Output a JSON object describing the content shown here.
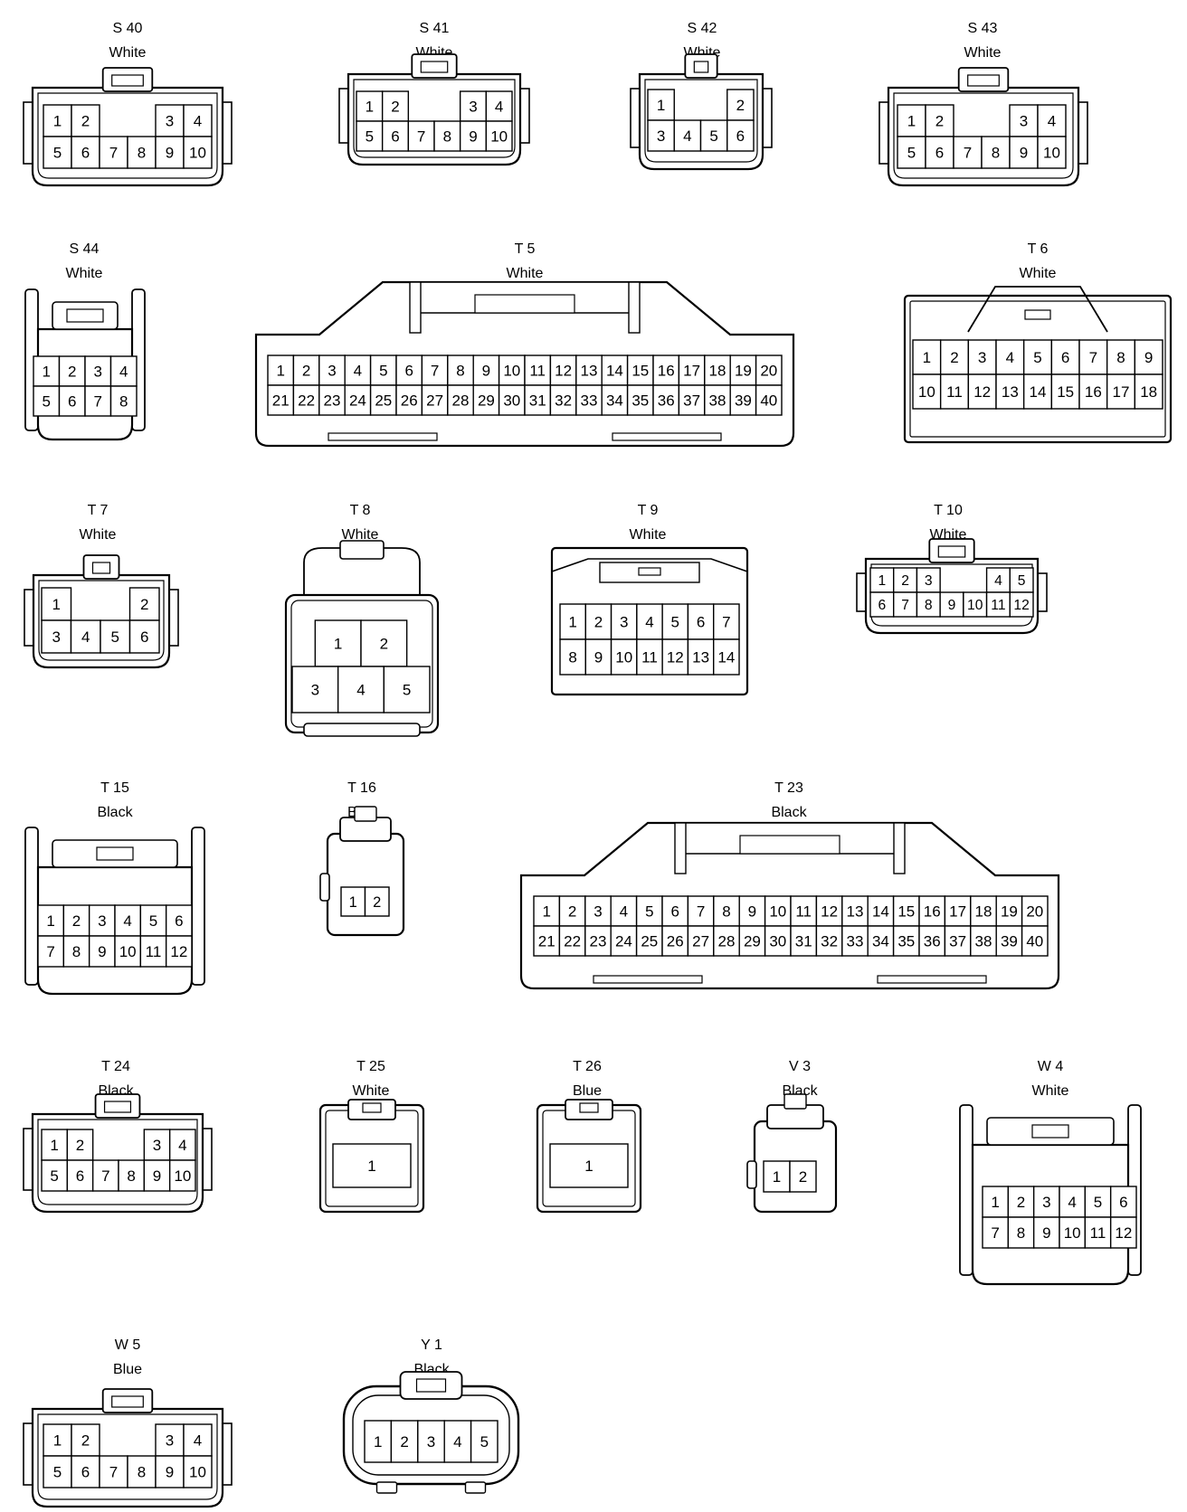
{
  "colors": {
    "line": "#000000",
    "background": "#ffffff"
  },
  "connectors": [
    {
      "id": "S 40",
      "color": "White",
      "rows": [
        [
          1,
          2,
          null,
          null,
          3,
          4
        ],
        [
          5,
          6,
          7,
          8,
          9,
          10
        ]
      ]
    },
    {
      "id": "S 41",
      "color": "White",
      "rows": [
        [
          1,
          2,
          null,
          null,
          3,
          4
        ],
        [
          5,
          6,
          7,
          8,
          9,
          10
        ]
      ]
    },
    {
      "id": "S 42",
      "color": "White",
      "rows": [
        [
          1,
          null,
          null,
          2
        ],
        [
          3,
          4,
          5,
          6
        ]
      ]
    },
    {
      "id": "S 43",
      "color": "White",
      "rows": [
        [
          1,
          2,
          null,
          null,
          3,
          4
        ],
        [
          5,
          6,
          7,
          8,
          9,
          10
        ]
      ]
    },
    {
      "id": "S 44",
      "color": "White",
      "rows": [
        [
          1,
          2,
          3,
          4
        ],
        [
          5,
          6,
          7,
          8
        ]
      ]
    },
    {
      "id": "T 5",
      "color": "White",
      "rows": [
        [
          1,
          2,
          3,
          4,
          5,
          6,
          7,
          8,
          9,
          10,
          11,
          12,
          13,
          14,
          15,
          16,
          17,
          18,
          19,
          20
        ],
        [
          21,
          22,
          23,
          24,
          25,
          26,
          27,
          28,
          29,
          30,
          31,
          32,
          33,
          34,
          35,
          36,
          37,
          38,
          39,
          40
        ]
      ]
    },
    {
      "id": "T 6",
      "color": "White",
      "rows": [
        [
          1,
          2,
          3,
          4,
          5,
          6,
          7,
          8,
          9
        ],
        [
          10,
          11,
          12,
          13,
          14,
          15,
          16,
          17,
          18
        ]
      ]
    },
    {
      "id": "T 7",
      "color": "White",
      "rows": [
        [
          1,
          null,
          null,
          2
        ],
        [
          3,
          4,
          5,
          6
        ]
      ]
    },
    {
      "id": "T 8",
      "color": "White",
      "rows": [
        [
          1,
          2
        ],
        [
          3,
          4,
          5
        ]
      ]
    },
    {
      "id": "T 9",
      "color": "White",
      "rows": [
        [
          1,
          2,
          3,
          4,
          5,
          6,
          7
        ],
        [
          8,
          9,
          10,
          11,
          12,
          13,
          14
        ]
      ]
    },
    {
      "id": "T 10",
      "color": "White",
      "rows": [
        [
          1,
          2,
          3,
          null,
          null,
          4,
          5
        ],
        [
          6,
          7,
          8,
          9,
          10,
          11,
          12
        ]
      ]
    },
    {
      "id": "T 15",
      "color": "Black",
      "rows": [
        [
          1,
          2,
          3,
          4,
          5,
          6
        ],
        [
          7,
          8,
          9,
          10,
          11,
          12
        ]
      ]
    },
    {
      "id": "T 16",
      "color": "Blue",
      "rows": [
        [
          1,
          2
        ]
      ]
    },
    {
      "id": "T 23",
      "color": "Black",
      "rows": [
        [
          1,
          2,
          3,
          4,
          5,
          6,
          7,
          8,
          9,
          10,
          11,
          12,
          13,
          14,
          15,
          16,
          17,
          18,
          19,
          20
        ],
        [
          21,
          22,
          23,
          24,
          25,
          26,
          27,
          28,
          29,
          30,
          31,
          32,
          33,
          34,
          35,
          36,
          37,
          38,
          39,
          40
        ]
      ]
    },
    {
      "id": "T 24",
      "color": "Black",
      "rows": [
        [
          1,
          2,
          null,
          null,
          3,
          4
        ],
        [
          5,
          6,
          7,
          8,
          9,
          10
        ]
      ]
    },
    {
      "id": "T 25",
      "color": "White",
      "rows": [
        [
          1
        ]
      ]
    },
    {
      "id": "T 26",
      "color": "Blue",
      "rows": [
        [
          1
        ]
      ]
    },
    {
      "id": "V 3",
      "color": "Black",
      "rows": [
        [
          1,
          2
        ]
      ]
    },
    {
      "id": "W 4",
      "color": "White",
      "rows": [
        [
          1,
          2,
          3,
          4,
          5,
          6
        ],
        [
          7,
          8,
          9,
          10,
          11,
          12
        ]
      ]
    },
    {
      "id": "W 5",
      "color": "Blue",
      "rows": [
        [
          1,
          2,
          null,
          null,
          3,
          4
        ],
        [
          5,
          6,
          7,
          8,
          9,
          10
        ]
      ]
    },
    {
      "id": "Y 1",
      "color": "Black",
      "rows": [
        [
          1,
          2,
          3,
          4,
          5
        ]
      ]
    }
  ]
}
